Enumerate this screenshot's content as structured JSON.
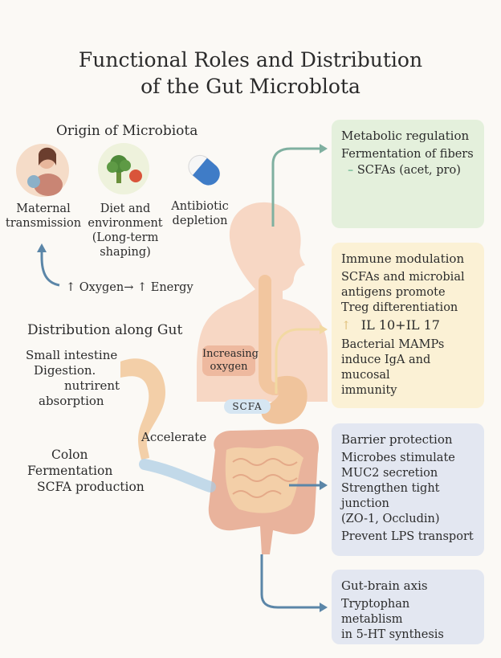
{
  "title": {
    "line1": "Functional Roles and Distribution",
    "line2": "of the Gut Microblota"
  },
  "origin": {
    "heading": "Origin of Microbiota",
    "maternal": {
      "line1": "Maternal",
      "line2": "transmission"
    },
    "diet": {
      "line1": "Diet and",
      "line2": "environment",
      "line3": "(Long-term",
      "line4": "shaping)"
    },
    "antibiotic": {
      "line1": "Antibiotic",
      "line2": "depletion"
    },
    "oxygen_energy": "↑ Oxygen→ ↑ Energy"
  },
  "distribution": {
    "heading": "Distribution along Gut",
    "small_intestine": {
      "line1": "Small intestine",
      "line2": "Digestion.",
      "line3": "nutrirent",
      "line4": "absorption"
    },
    "accelerate": "Accelerate",
    "colon": {
      "line1": "Colon",
      "line2": "Fermentation",
      "line3": "SCFA production"
    }
  },
  "body_labels": {
    "increasing_oxygen": {
      "line1": "Increasing",
      "line2": "oxygen"
    },
    "scfa": "SCFA"
  },
  "boxes": {
    "metabolic": {
      "heading": "Metabolic regulation",
      "line1": "Fermentation of fibers",
      "line2": "SCFAs (acet, pro)"
    },
    "immune": {
      "heading": "Immune modulation",
      "line1": "SCFAs and microbial",
      "line2": "antigens promote",
      "line3": "Treg difterentiation",
      "line4": "IL 10+IL 17",
      "line5": "Bacterial MAMPs",
      "line6": "induce IgA and mucosal",
      "line7": "immunity"
    },
    "barrier": {
      "heading": "Barrier protection",
      "line1": "Microbes stimulate",
      "line2": "MUC2 secretion",
      "line3": "Strengthen tight junction",
      "line4": "(ZO-1, Occludin)",
      "line5": "Prevent LPS transport"
    },
    "gutbrain": {
      "heading": "Gut-brain axis",
      "line1": "Tryptophan  metablism",
      "line2": "in 5-HT synthesis"
    }
  },
  "colors": {
    "green_box": "#e4f0dc",
    "yellow_box": "#fbf1d5",
    "blue_box": "#e3e7f1",
    "arrow_blue": "#5b86a8",
    "arrow_green": "#7fb0a0",
    "body_skin": "#f6d3bf",
    "intestine": "#e9b39c"
  }
}
